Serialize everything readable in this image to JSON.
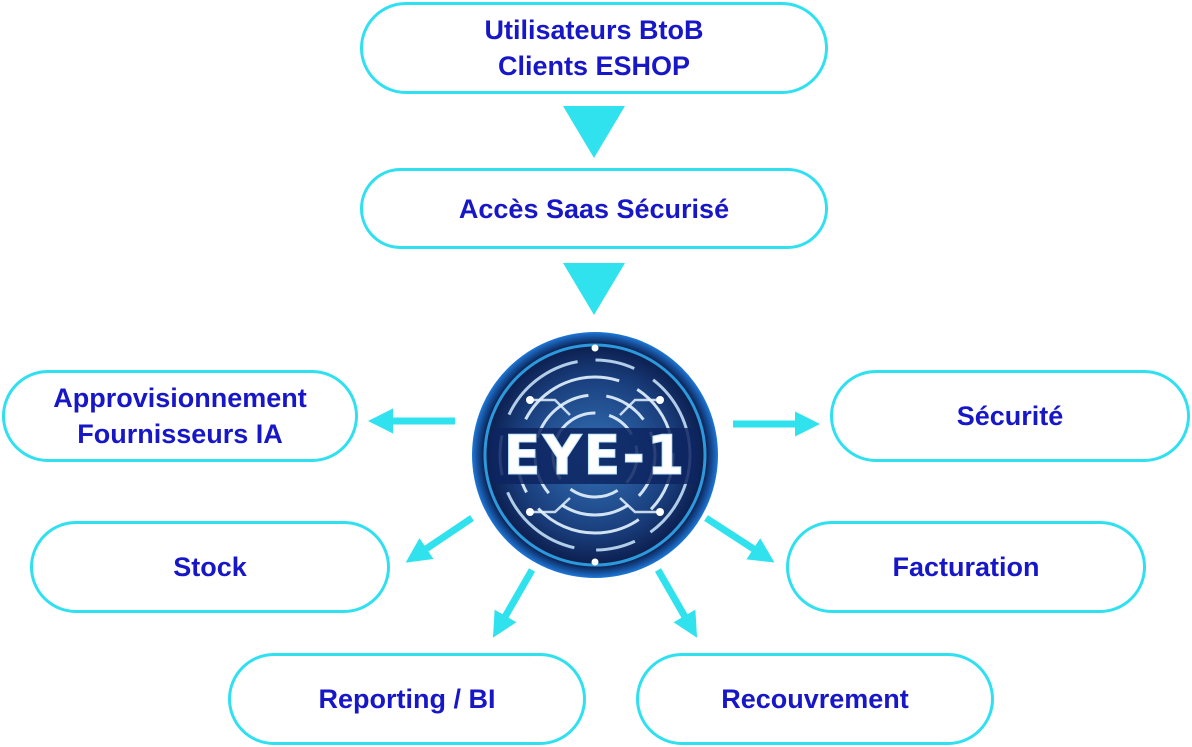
{
  "nodes": {
    "utilisateurs": [
      "Utilisateurs BtoB",
      "Clients ESHOP"
    ],
    "acces": [
      "Accès Saas Sécurisé"
    ],
    "approvisionnement": [
      "Approvisionnement",
      "Fournisseurs IA"
    ],
    "securite": [
      "Sécurité"
    ],
    "stock": [
      "Stock"
    ],
    "facturation": [
      "Facturation"
    ],
    "reporting": [
      "Reporting / BI"
    ],
    "recouvrement": [
      "Recouvrement"
    ]
  },
  "core": {
    "logo_text": "EYE-1"
  },
  "colors": {
    "border": "#2ee0f0",
    "text": "#1717c7",
    "arrow": "#2fe2ee",
    "core_dark": "#0b1a4a",
    "core_glow": "#35b8ff"
  }
}
